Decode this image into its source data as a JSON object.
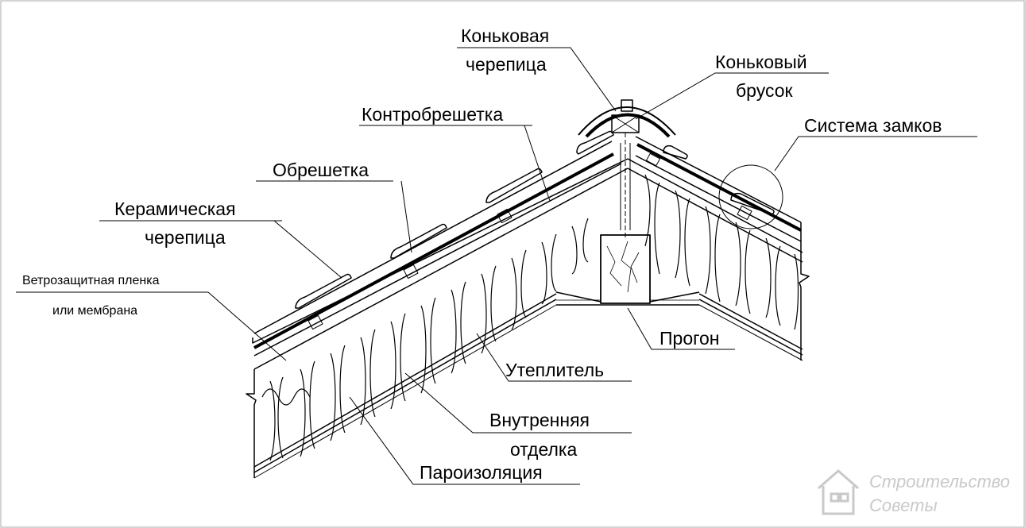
{
  "labels": {
    "ridge_tile_1": "Коньковая",
    "ridge_tile_2": "черепица",
    "ridge_beam_1": "Коньковый",
    "ridge_beam_2": "брусок",
    "lock_system": "Система замков",
    "counter_batten": "Контробрешетка",
    "batten": "Обрешетка",
    "ceramic_tile_1": "Керамическая",
    "ceramic_tile_2": "черепица",
    "wind_membrane_1": "Ветрозащитная пленка",
    "wind_membrane_2": "или мембрана",
    "purlin": "Прогон",
    "insulation": "Утеплитель",
    "inner_finish_1": "Внутренняя",
    "inner_finish_2": "отделка",
    "vapor_barrier": "Пароизоляция"
  },
  "watermark": {
    "line1": "Строительство",
    "line2": "Советы",
    "icon": "house-icon"
  },
  "colors": {
    "ink": "#000000",
    "watermark": "#c9c9c9"
  }
}
